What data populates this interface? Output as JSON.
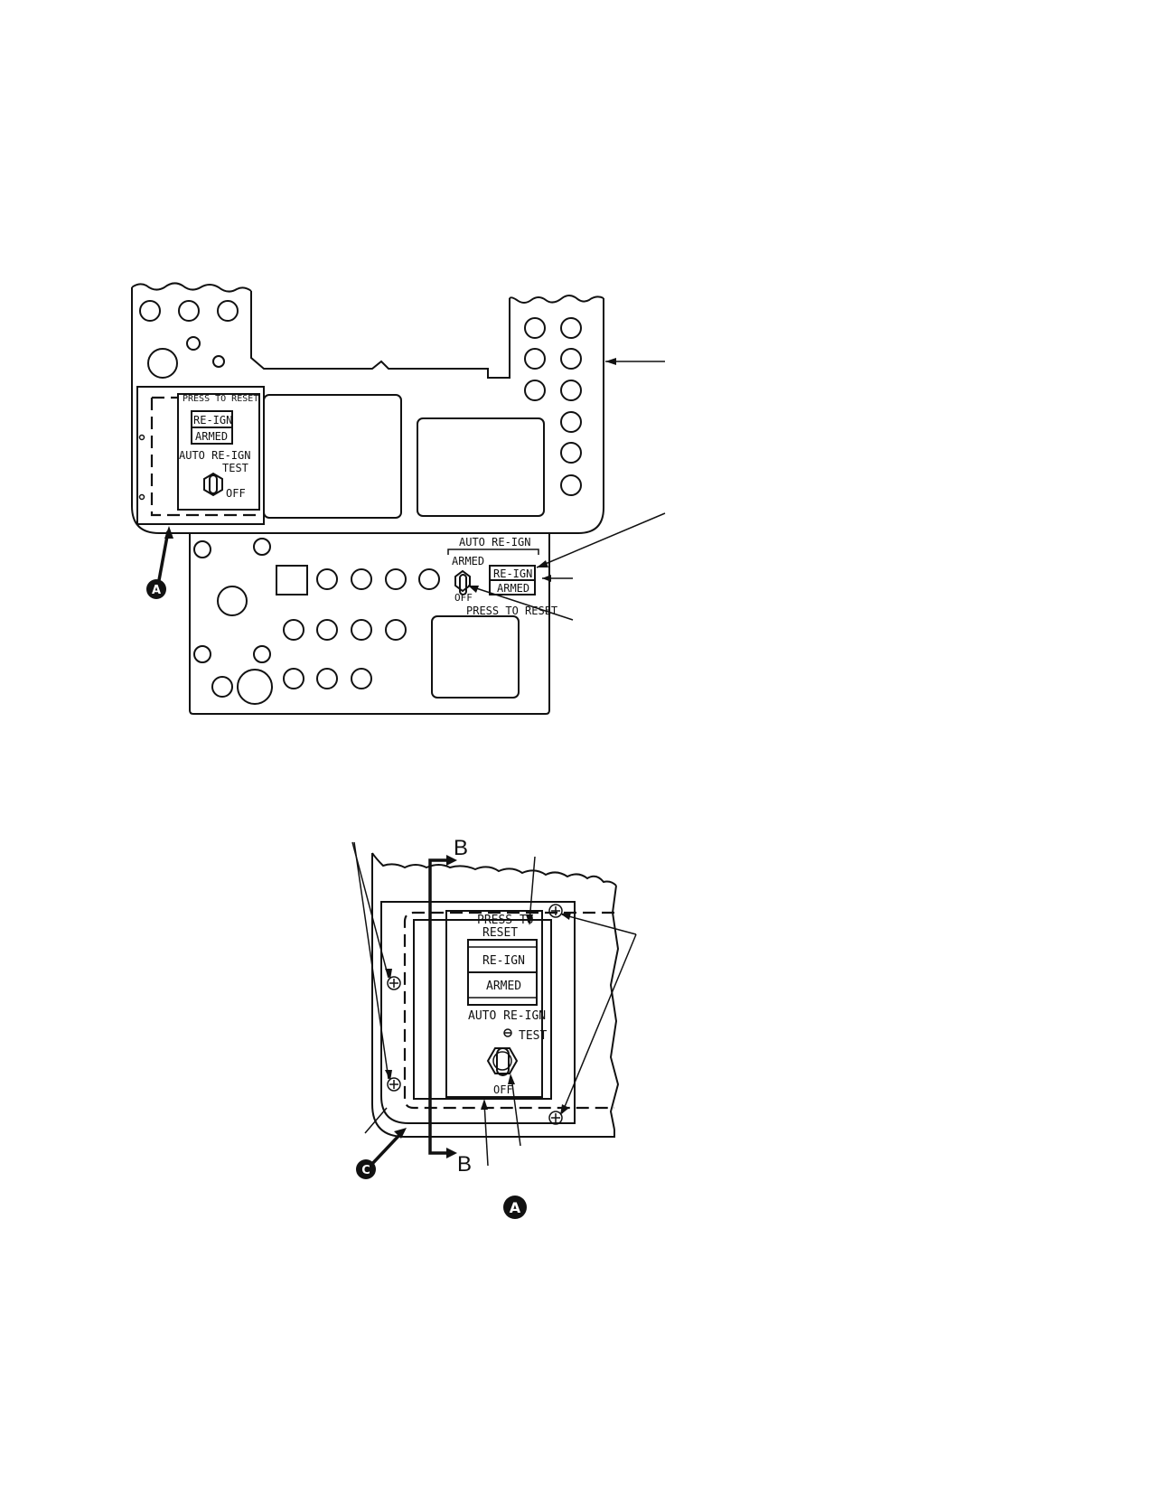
{
  "upper_panel": {
    "inset_box": {
      "press_to_reset": "PRESS TO RESET",
      "re_ign": "RE-IGN",
      "armed": "ARMED",
      "auto_re_ign": "AUTO RE-IGN",
      "test": "TEST",
      "off": "OFF"
    },
    "lower_control": {
      "auto_re_ign": "AUTO RE-IGN",
      "armed_switch_label": "ARMED",
      "off": "OFF",
      "re_ign": "RE-IGN",
      "armed": "ARMED",
      "press_to_reset": "PRESS TO RESET"
    },
    "callout_a": "A"
  },
  "detail_view": {
    "section_marker": "B",
    "press_to": "PRESS TO",
    "reset": "RESET",
    "re_ign": "RE-IGN",
    "armed": "ARMED",
    "auto_re_ign": "AUTO RE-IGN",
    "test": "TEST",
    "off": "OFF",
    "callout_c": "C",
    "detail_title": "A"
  },
  "colors": {
    "ink": "#111111",
    "paper": "#ffffff"
  }
}
